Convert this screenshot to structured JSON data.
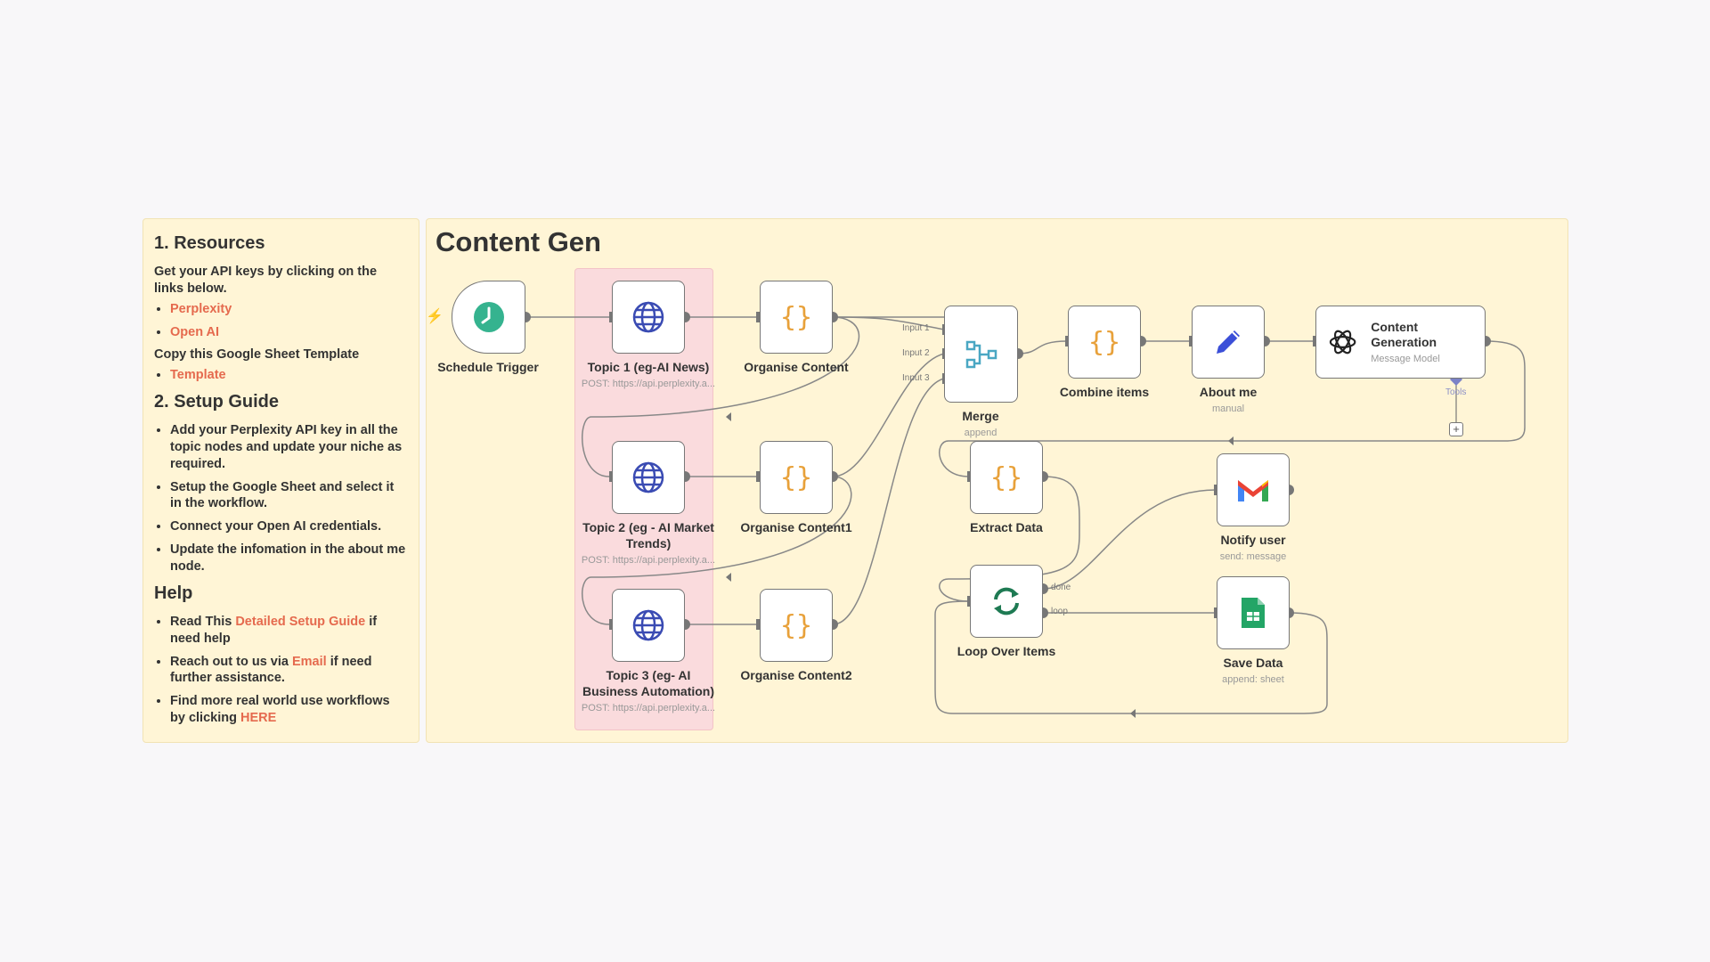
{
  "side_note": {
    "resources_heading": "1. Resources",
    "resources_intro": "Get your API keys by clicking on the links below.",
    "links": [
      "Perplexity",
      "Open AI"
    ],
    "sheet_intro": "Copy this Google Sheet Template",
    "template_link": "Template",
    "setup_heading": "2. Setup Guide",
    "setup_items": [
      "Add your Perplexity API key in all the topic nodes and update your niche as required.",
      "Setup the Google Sheet and select it in the workflow.",
      "Connect your Open AI credentials.",
      "Update the infomation in the about me node."
    ],
    "help_heading": "Help",
    "help_items": [
      {
        "pre": "Read This ",
        "link": "Detailed Setup Guide",
        "post": " if need help"
      },
      {
        "pre": "Reach out to us via ",
        "link": "Email",
        "post": " if need further assistance."
      },
      {
        "pre": "Find more real world use workflows by clicking ",
        "link": "HERE",
        "post": ""
      }
    ]
  },
  "workflow_title": "Content Gen",
  "nodes": {
    "schedule_trigger": {
      "label": "Schedule Trigger",
      "icon": "clock-icon"
    },
    "topic1": {
      "label": "Topic 1 (eg-AI News)",
      "sub": "POST: https://api.perplexity.a...",
      "icon": "globe-icon"
    },
    "topic2": {
      "label": "Topic 2 (eg - AI Market Trends)",
      "sub": "POST: https://api.perplexity.a...",
      "icon": "globe-icon"
    },
    "topic3": {
      "label": "Topic 3 (eg- AI Business Automation)",
      "sub": "POST: https://api.perplexity.a...",
      "icon": "globe-icon"
    },
    "organise": {
      "label": "Organise Content",
      "icon": "code-braces-icon"
    },
    "organise1": {
      "label": "Organise Content1",
      "icon": "code-braces-icon"
    },
    "organise2": {
      "label": "Organise Content2",
      "icon": "code-braces-icon"
    },
    "merge": {
      "label": "Merge",
      "sub": "append",
      "icon": "merge-icon",
      "inputs": [
        "Input 1",
        "Input 2",
        "Input 3"
      ]
    },
    "combine": {
      "label": "Combine items",
      "icon": "code-braces-icon"
    },
    "about": {
      "label": "About me",
      "sub": "manual",
      "icon": "pencil-icon"
    },
    "content_gen": {
      "title": "Content Generation",
      "sub": "Message Model",
      "tools_label": "Tools",
      "icon": "openai-icon"
    },
    "extract": {
      "label": "Extract Data",
      "icon": "code-braces-icon"
    },
    "loop": {
      "label": "Loop Over Items",
      "outputs": [
        "done",
        "loop"
      ],
      "icon": "refresh-icon"
    },
    "notify": {
      "label": "Notify user",
      "sub": "send: message",
      "icon": "gmail-icon"
    },
    "save": {
      "label": "Save Data",
      "sub": "append: sheet",
      "icon": "sheets-icon"
    }
  },
  "colors": {
    "sticky": "#fff5d6",
    "highlight": "#fadbdd",
    "link": "#e56a4e",
    "brace": "#e8a13a",
    "globe": "#3a4bb3"
  }
}
